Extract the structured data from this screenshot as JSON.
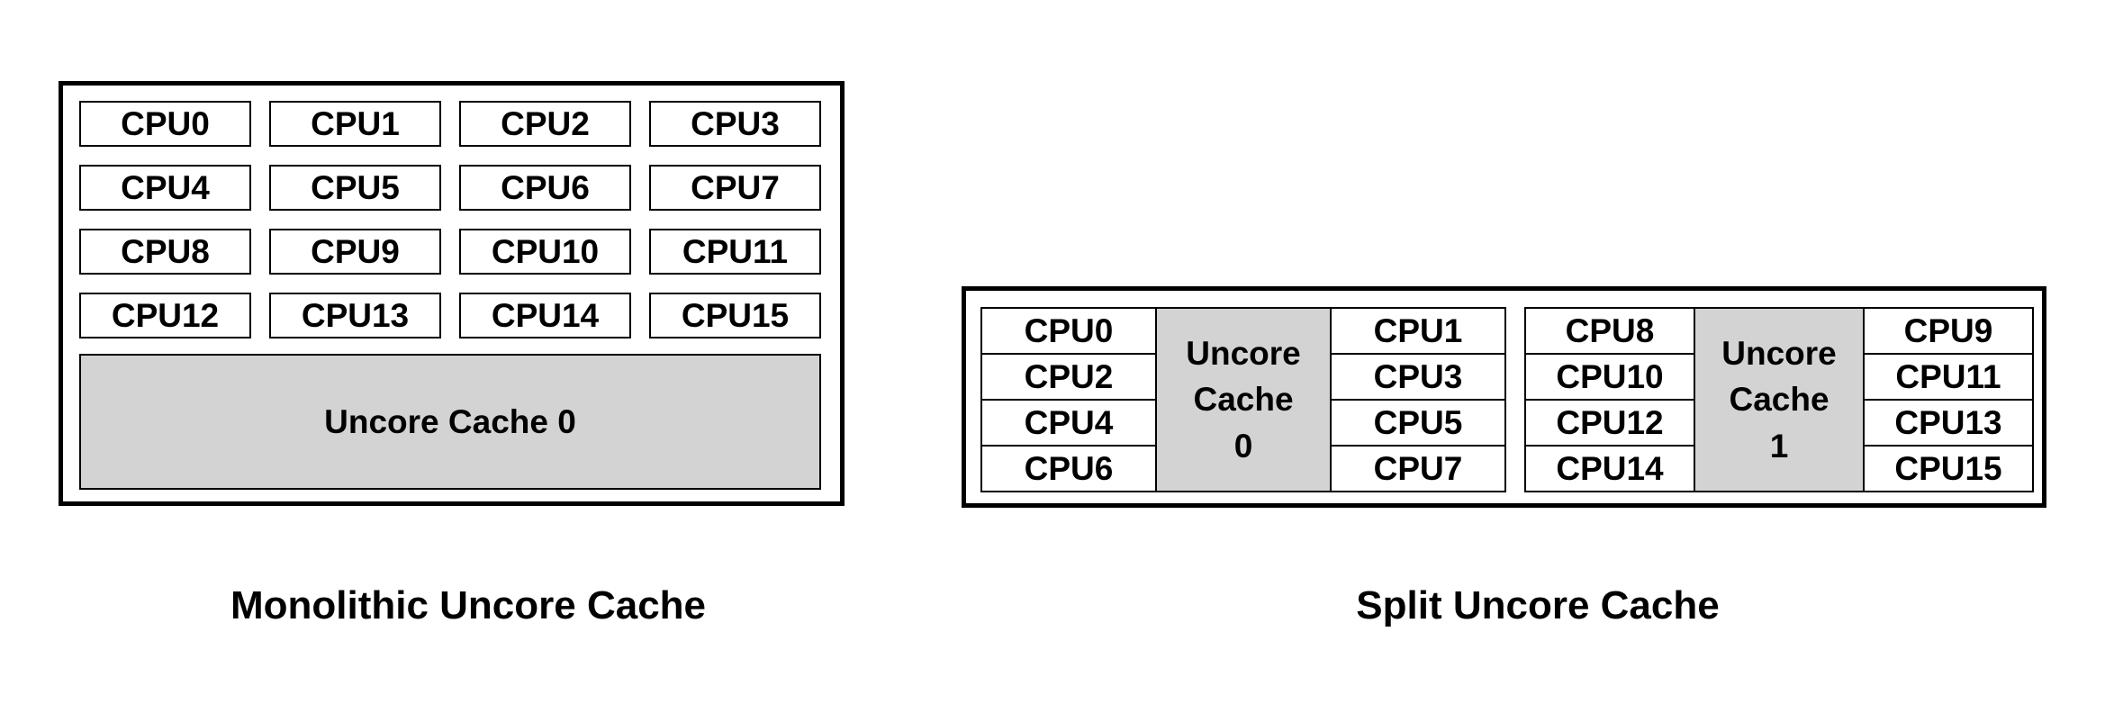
{
  "colors": {
    "background": "#ffffff",
    "border": "#000000",
    "text": "#000000",
    "uncore_fill": "#d3d3d3"
  },
  "mono": {
    "caption": "Monolithic Uncore Cache",
    "cpus": [
      "CPU0",
      "CPU1",
      "CPU2",
      "CPU3",
      "CPU4",
      "CPU5",
      "CPU6",
      "CPU7",
      "CPU8",
      "CPU9",
      "CPU10",
      "CPU11",
      "CPU12",
      "CPU13",
      "CPU14",
      "CPU15"
    ],
    "uncore_label": "Uncore Cache 0"
  },
  "split": {
    "caption": "Split Uncore Cache",
    "clusters": [
      {
        "left": [
          "CPU0",
          "CPU2",
          "CPU4",
          "CPU6"
        ],
        "uncore_lines": [
          "Uncore",
          "Cache",
          "0"
        ],
        "right": [
          "CPU1",
          "CPU3",
          "CPU5",
          "CPU7"
        ]
      },
      {
        "left": [
          "CPU8",
          "CPU10",
          "CPU12",
          "CPU14"
        ],
        "uncore_lines": [
          "Uncore",
          "Cache",
          "1"
        ],
        "right": [
          "CPU9",
          "CPU11",
          "CPU13",
          "CPU15"
        ]
      }
    ]
  }
}
